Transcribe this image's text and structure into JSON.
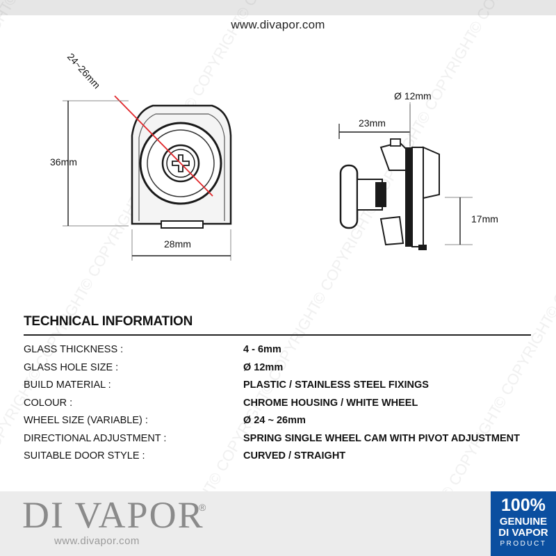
{
  "header": {
    "url": "www.divapor.com"
  },
  "watermark": {
    "text": "© COPYRIGHT DI VAPOR ® - DO NOT COPY -"
  },
  "diagram": {
    "front": {
      "diameter": "24~26mm",
      "height": "36mm",
      "width": "28mm"
    },
    "side": {
      "hole": "Ø 12mm",
      "depth": "23mm",
      "height": "17mm"
    },
    "colors": {
      "line": "#1a1a1a",
      "dimension_red": "#e0262a",
      "housing": "#f4f4f4"
    }
  },
  "technical": {
    "title": "TECHNICAL INFORMATION",
    "rows": [
      {
        "label": "GLASS THICKNESS :",
        "value": "4 - 6mm"
      },
      {
        "label": "GLASS HOLE SIZE :",
        "value": "Ø 12mm"
      },
      {
        "label": "BUILD MATERIAL :",
        "value": "PLASTIC / STAINLESS STEEL FIXINGS"
      },
      {
        "label": "COLOUR :",
        "value": "CHROME HOUSING / WHITE WHEEL"
      },
      {
        "label": "WHEEL SIZE (VARIABLE) :",
        "value": "Ø 24 ~ 26mm"
      },
      {
        "label": "DIRECTIONAL ADJUSTMENT :",
        "value": "SPRING SINGLE WHEEL CAM WITH PIVOT ADJUSTMENT"
      },
      {
        "label": "SUITABLE DOOR STYLE :",
        "value": "CURVED / STRAIGHT"
      }
    ]
  },
  "footer": {
    "brand": "DI VAPOR",
    "registered": "®",
    "url": "www.divapor.com",
    "badge": {
      "percent": "100%",
      "line1": "GENUINE",
      "line2": "DI VAPOR",
      "line3": "PRODUCT",
      "color": "#0b4fa0"
    }
  }
}
